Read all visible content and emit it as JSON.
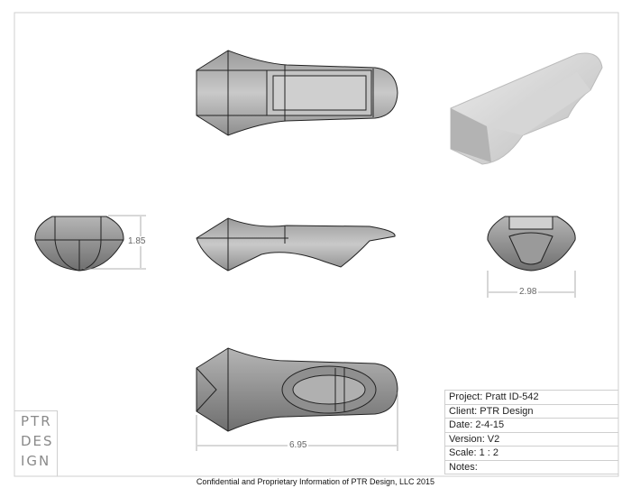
{
  "title_block": {
    "project": "Project:  Pratt ID-542",
    "client": "Client:  PTR Design",
    "date": "Date:  2-4-15",
    "version": "Version:  V2",
    "scale": "Scale: 1 : 2",
    "notes": "Notes:"
  },
  "logo": {
    "lines": [
      "PTR",
      "DES",
      "IGN"
    ]
  },
  "dimensions": {
    "height": "1.85",
    "width": "2.98",
    "length": "6.95"
  },
  "footer": "Confidential and Proprietary Information of PTR Design, LLC 2015",
  "colors": {
    "border": "#cfcfcf",
    "part_fill": "#a8a8a8",
    "outline": "#222222",
    "dimension": "#888888"
  }
}
